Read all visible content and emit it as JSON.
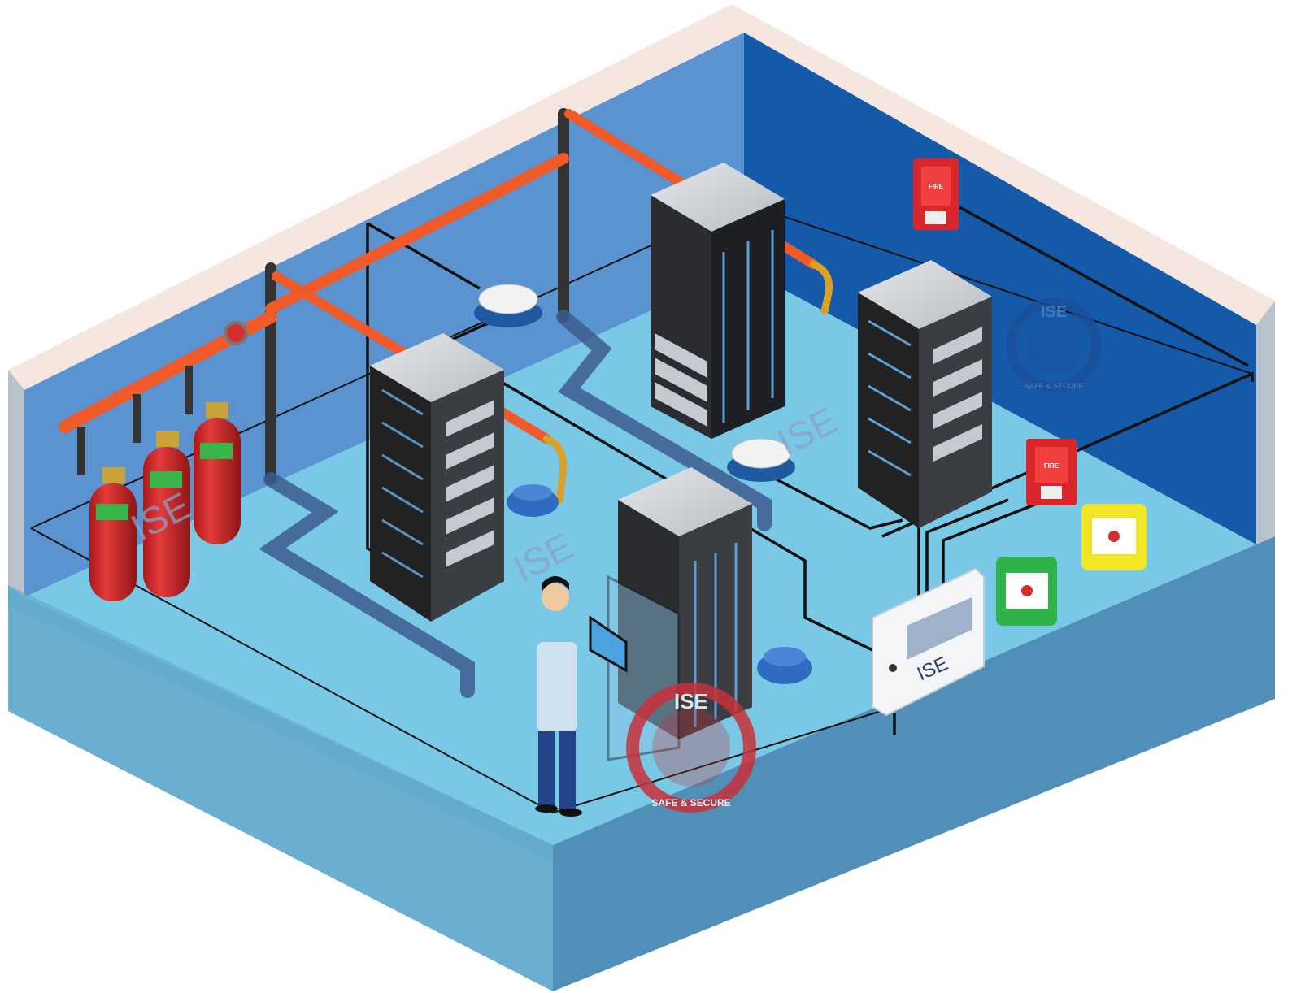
{
  "watermarks": {
    "left": "ISE",
    "center": "ISE",
    "right": "ISE"
  },
  "logo_main": {
    "brand": "ISE",
    "tagline": "SAFE & SECURE"
  },
  "logo_wall": {
    "brand": "ISE",
    "tagline": "SAFE & SECURE"
  },
  "control_panel": {
    "label": "ISE"
  },
  "alarm_sign_label": "FIRE",
  "colors": {
    "wall_back": "#5a93cf",
    "wall_right": "#145aa8",
    "floor": "#79c9e6",
    "pipe": "#f05a28",
    "cylinder": "#d62e2e",
    "logo_red": "#c8313a",
    "logo_blue": "#1c4f9a",
    "call_point_green": "#2db34a",
    "call_point_yellow": "#f0e626"
  }
}
